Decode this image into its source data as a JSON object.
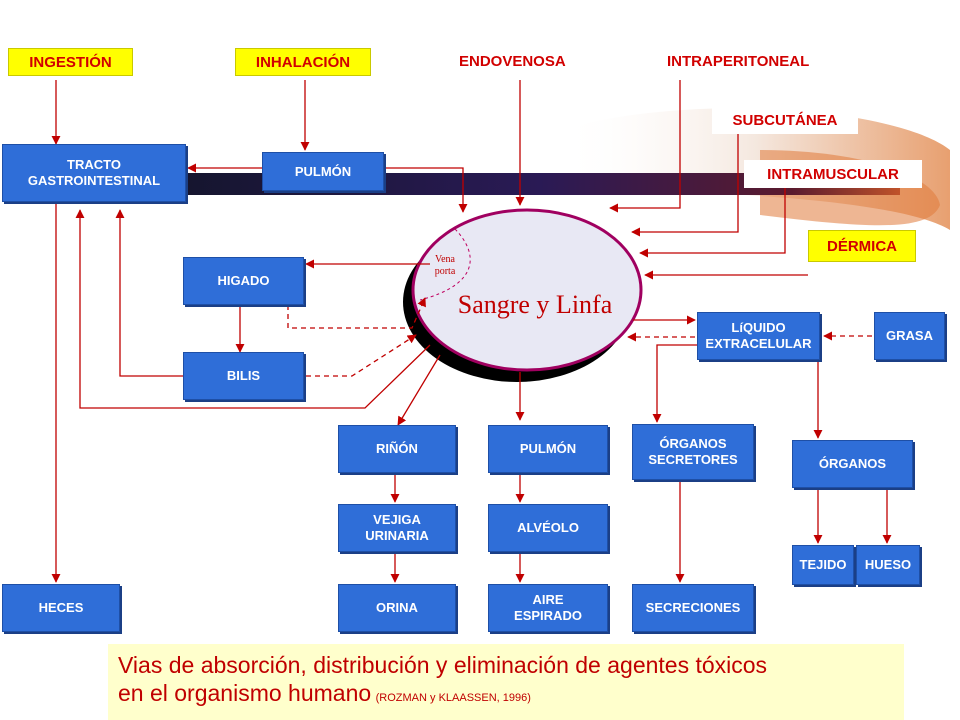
{
  "routes": {
    "ingestion": "INGESTIÓN",
    "inhalacion": "INHALACIÓN",
    "endovenosa": "ENDOVENOSA",
    "intraperitoneal": "INTRAPERITONEAL",
    "subcutanea": "SUBCUTÁNEA",
    "intramuscular": "INTRAMUSCULAR",
    "dermica": "DÉRMICA"
  },
  "center": {
    "label": "Sangre y Linfa",
    "vena_porta": [
      "Vena",
      "porta"
    ]
  },
  "boxes": {
    "tracto": [
      "TRACTO",
      "GASTROINTESTINAL"
    ],
    "pulmon_top": "PULMÓN",
    "higado": "HIGADO",
    "bilis": "BILIS",
    "heces": "HECES",
    "rinon": "RIÑÓN",
    "vejiga": [
      "VEJIGA",
      "URINARIA"
    ],
    "orina": "ORINA",
    "pulmon_bottom": "PULMÓN",
    "alveolo": "ALVÉOLO",
    "aire": [
      "AIRE",
      "ESPIRADO"
    ],
    "liquido": [
      "LíQUIDO",
      "EXTRACELULAR"
    ],
    "grasa": "GRASA",
    "organos_secretores": [
      "ÓRGANOS",
      "SECRETORES"
    ],
    "secreciones": "SECRECIONES",
    "organos": "ÓRGANOS",
    "tejido": "TEJIDO",
    "hueso": "HUESO"
  },
  "caption": {
    "main_line1": "Vias de absorción, distribución y eliminación de agentes tóxicos",
    "main_line2": "en el organismo humano",
    "reference": "(ROZMAN y KLAASSEN, 1996)"
  },
  "colors": {
    "box_blue": "#2f6ed8",
    "arrow_red": "#c00000",
    "highlight_yellow": "#ffff00",
    "caption_bg": "#ffffcc",
    "oval_fill": "#e8e8f4"
  }
}
